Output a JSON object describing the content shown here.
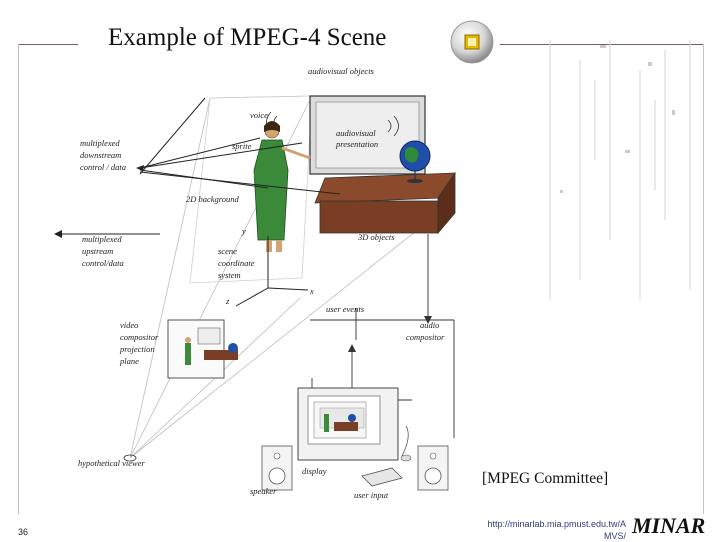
{
  "slide": {
    "title": "Example of MPEG-4 Scene",
    "caption": "[MPEG Committee]",
    "page_number": "36",
    "url_line1": "http://minarlab.mia.pmust.edu.tw/A",
    "url_line2": "MVS/",
    "brand": "MINAR"
  },
  "diagram": {
    "labels": {
      "audiovisual_objects": "audiovisual objects",
      "voice": "voice",
      "sprite": "sprite",
      "av_presentation_1": "audiovisual",
      "av_presentation_2": "presentation",
      "downstream_1": "multiplexed",
      "downstream_2": "downstream",
      "downstream_3": "control / data",
      "background": "2D background",
      "objects_3d": "3D objects",
      "upstream_1": "multiplexed",
      "upstream_2": "upstream",
      "upstream_3": "control/data",
      "axis_y": "y",
      "axis_x": "x",
      "axis_z": "z",
      "scene_coord_1": "scene",
      "scene_coord_2": "coordinate",
      "scene_coord_3": "system",
      "user_events": "user events",
      "audio_comp_1": "audio",
      "audio_comp_2": "compositor",
      "video_comp_1": "video",
      "video_comp_2": "compositor",
      "video_comp_3": "projection",
      "video_comp_4": "plane",
      "hypothetical_viewer": "hypothetical viewer",
      "display": "display",
      "speaker": "speaker",
      "user_input": "user input"
    }
  },
  "colors": {
    "frame": "#7a5a70",
    "url": "#2a3c80",
    "desk": "#7a3e24",
    "figure_dress": "#3a8a3a",
    "globe": "#1f4fa8"
  }
}
